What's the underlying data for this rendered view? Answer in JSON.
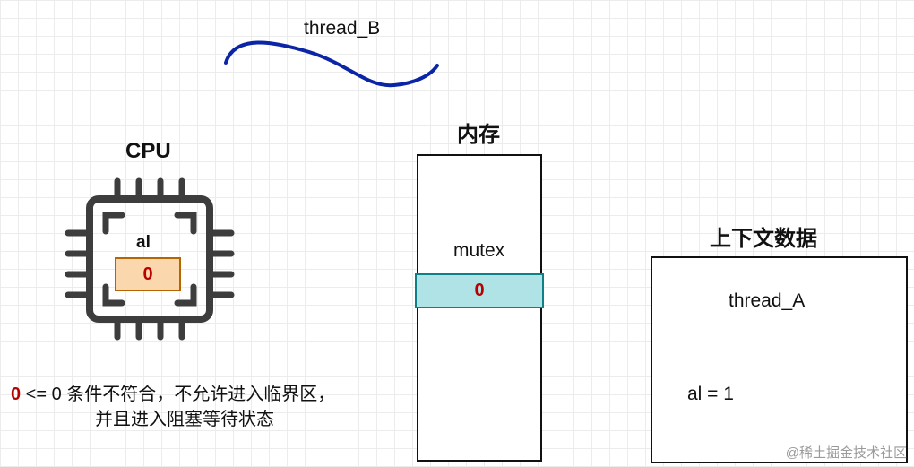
{
  "thread_b": {
    "label": "thread_B",
    "color": "#0a25a6"
  },
  "cpu": {
    "title": "CPU",
    "register_name": "al",
    "register_value": "0"
  },
  "memory": {
    "title": "内存",
    "mutex_label": "mutex",
    "mutex_value": "0"
  },
  "context": {
    "title": "上下文数据",
    "thread_label": "thread_A",
    "saved_value": "al = 1",
    "thread_color": "#b85450"
  },
  "note": {
    "value": "0",
    "line1_rest": " <= 0 条件不符合，不允许进入临界区，",
    "line2": "并且进入阻塞等待状态"
  },
  "watermark": "@稀土掘金技术社区"
}
